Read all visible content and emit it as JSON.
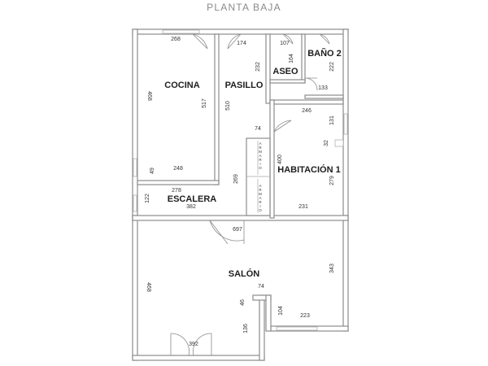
{
  "title": "PLANTA BAJA",
  "rooms": {
    "cocina": "COCINA",
    "pasillo": "PASILLO",
    "aseo": "ASEO",
    "bano2": "BAÑO 2",
    "habitacion1": "HABITACIÓN 1",
    "escalera": "ESCALERA",
    "salon": "SALÓN"
  },
  "armario": [
    "A",
    "R",
    "M",
    "A",
    "R",
    "I",
    "O"
  ],
  "dimensions": {
    "cocina_top": "268",
    "cocina_left": "468",
    "cocina_right": "517",
    "cocina_bottom": "248",
    "cocina_small": "49",
    "pasillo_top": "174",
    "pasillo_side": "232",
    "pasillo_height": "510",
    "aseo_top": "107",
    "aseo_side": "164",
    "bano_side": "222",
    "bano_bottom": "133",
    "hab_top": "246",
    "hab_side1": "131",
    "hab_side2": "32",
    "hab_left": "400",
    "hab_right": "279",
    "hab_bottom": "231",
    "pasillo_mid": "74",
    "pasillo_lower": "269",
    "escalera_top": "278",
    "escalera_side": "122",
    "escalera_bottom": "382",
    "salon_top": "697",
    "salon_left": "468",
    "salon_right": "343",
    "salon_mid": "74",
    "salon_46": "46",
    "salon_104": "104",
    "salon_223": "223",
    "salon_136": "136",
    "salon_bottom": "392"
  }
}
